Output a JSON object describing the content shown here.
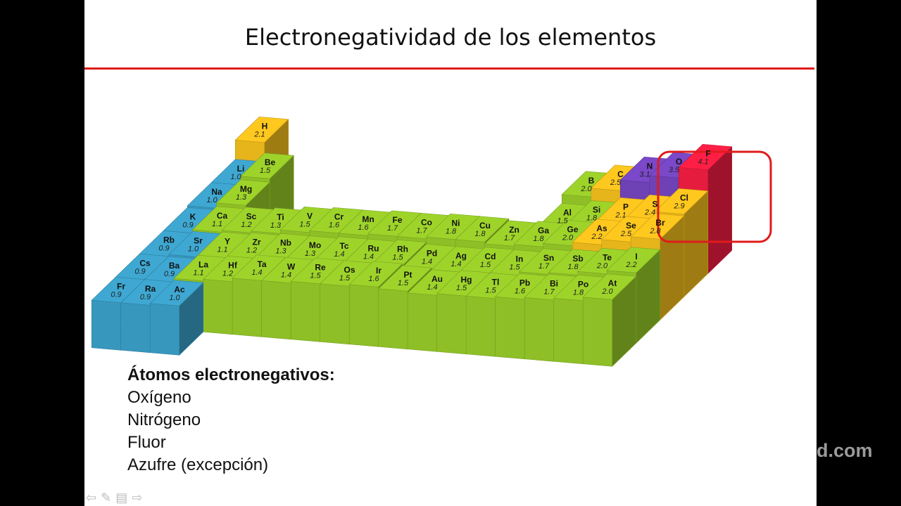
{
  "slide": {
    "title": "Electronegatividad de los elementos",
    "notes": {
      "heading": "Átomos electronegativos:",
      "items": [
        "Oxígeno",
        "Nitrógeno",
        "Fluor",
        "Azufre (excepción)"
      ]
    }
  },
  "watermark": "d.com",
  "nav": {
    "prev_icon": "⇦",
    "pen_icon": "✎",
    "notes_icon": "▤",
    "next_icon": "⇨"
  },
  "colors": {
    "blue": "#3ea8d2",
    "green": "#9ed42a",
    "yellow": "#ffc81e",
    "purple": "#7a48c8",
    "red": "#ff1f45",
    "highlight": "#e01b1b"
  },
  "highlight": [
    "N",
    "O",
    "F"
  ],
  "elements": [
    {
      "s": "H",
      "v": "2.1",
      "c": 1,
      "r": 1,
      "k": "yellow"
    },
    {
      "s": "Li",
      "v": "1.0",
      "c": 1,
      "r": 2,
      "k": "blue"
    },
    {
      "s": "Be",
      "v": "1.5",
      "c": 2,
      "r": 2,
      "k": "green"
    },
    {
      "s": "B",
      "v": "2.0",
      "c": 13,
      "r": 2,
      "k": "green"
    },
    {
      "s": "C",
      "v": "2.5",
      "c": 14,
      "r": 2,
      "k": "yellow"
    },
    {
      "s": "N",
      "v": "3.1",
      "c": 15,
      "r": 2,
      "k": "purple"
    },
    {
      "s": "O",
      "v": "3.5",
      "c": 16,
      "r": 2,
      "k": "purple"
    },
    {
      "s": "F",
      "v": "4.1",
      "c": 17,
      "r": 2,
      "k": "red"
    },
    {
      "s": "Na",
      "v": "1.0",
      "c": 1,
      "r": 3,
      "k": "blue"
    },
    {
      "s": "Mg",
      "v": "1.3",
      "c": 2,
      "r": 3,
      "k": "green"
    },
    {
      "s": "Al",
      "v": "1.5",
      "c": 13,
      "r": 3,
      "k": "green"
    },
    {
      "s": "Si",
      "v": "1.8",
      "c": 14,
      "r": 3,
      "k": "green"
    },
    {
      "s": "P",
      "v": "2.1",
      "c": 15,
      "r": 3,
      "k": "yellow"
    },
    {
      "s": "S",
      "v": "2.4",
      "c": 16,
      "r": 3,
      "k": "yellow"
    },
    {
      "s": "Cl",
      "v": "2.9",
      "c": 17,
      "r": 3,
      "k": "yellow"
    },
    {
      "s": "K",
      "v": "0.9",
      "c": 1,
      "r": 4,
      "k": "blue"
    },
    {
      "s": "Ca",
      "v": "1.1",
      "c": 2,
      "r": 4,
      "k": "green"
    },
    {
      "s": "Sc",
      "v": "1.2",
      "c": 3,
      "r": 4,
      "k": "green"
    },
    {
      "s": "Ti",
      "v": "1.3",
      "c": 4,
      "r": 4,
      "k": "green"
    },
    {
      "s": "V",
      "v": "1.5",
      "c": 5,
      "r": 4,
      "k": "green"
    },
    {
      "s": "Cr",
      "v": "1.6",
      "c": 6,
      "r": 4,
      "k": "green"
    },
    {
      "s": "Mn",
      "v": "1.6",
      "c": 7,
      "r": 4,
      "k": "green"
    },
    {
      "s": "Fe",
      "v": "1.7",
      "c": 8,
      "r": 4,
      "k": "green"
    },
    {
      "s": "Co",
      "v": "1.7",
      "c": 9,
      "r": 4,
      "k": "green"
    },
    {
      "s": "Ni",
      "v": "1.8",
      "c": 10,
      "r": 4,
      "k": "green"
    },
    {
      "s": "Cu",
      "v": "1.8",
      "c": 11,
      "r": 4,
      "k": "green"
    },
    {
      "s": "Zn",
      "v": "1.7",
      "c": 12,
      "r": 4,
      "k": "green"
    },
    {
      "s": "Ga",
      "v": "1.8",
      "c": 13,
      "r": 4,
      "k": "green"
    },
    {
      "s": "Ge",
      "v": "2.0",
      "c": 14,
      "r": 4,
      "k": "green"
    },
    {
      "s": "As",
      "v": "2.2",
      "c": 15,
      "r": 4,
      "k": "yellow"
    },
    {
      "s": "Se",
      "v": "2.5",
      "c": 16,
      "r": 4,
      "k": "yellow"
    },
    {
      "s": "Br",
      "v": "2.8",
      "c": 17,
      "r": 4,
      "k": "yellow"
    },
    {
      "s": "Rb",
      "v": "0.9",
      "c": 1,
      "r": 5,
      "k": "blue"
    },
    {
      "s": "Sr",
      "v": "1.0",
      "c": 2,
      "r": 5,
      "k": "blue"
    },
    {
      "s": "Y",
      "v": "1.1",
      "c": 3,
      "r": 5,
      "k": "green"
    },
    {
      "s": "Zr",
      "v": "1.2",
      "c": 4,
      "r": 5,
      "k": "green"
    },
    {
      "s": "Nb",
      "v": "1.3",
      "c": 5,
      "r": 5,
      "k": "green"
    },
    {
      "s": "Mo",
      "v": "1.3",
      "c": 6,
      "r": 5,
      "k": "green"
    },
    {
      "s": "Tc",
      "v": "1.4",
      "c": 7,
      "r": 5,
      "k": "green"
    },
    {
      "s": "Ru",
      "v": "1.4",
      "c": 8,
      "r": 5,
      "k": "green"
    },
    {
      "s": "Rh",
      "v": "1.5",
      "c": 9,
      "r": 5,
      "k": "green"
    },
    {
      "s": "Pd",
      "v": "1.4",
      "c": 10,
      "r": 5,
      "k": "green"
    },
    {
      "s": "Ag",
      "v": "1.4",
      "c": 11,
      "r": 5,
      "k": "green"
    },
    {
      "s": "Cd",
      "v": "1.5",
      "c": 12,
      "r": 5,
      "k": "green"
    },
    {
      "s": "In",
      "v": "1.5",
      "c": 13,
      "r": 5,
      "k": "green"
    },
    {
      "s": "Sn",
      "v": "1.7",
      "c": 14,
      "r": 5,
      "k": "green"
    },
    {
      "s": "Sb",
      "v": "1.8",
      "c": 15,
      "r": 5,
      "k": "green"
    },
    {
      "s": "Te",
      "v": "2.0",
      "c": 16,
      "r": 5,
      "k": "green"
    },
    {
      "s": "I",
      "v": "2.2",
      "c": 17,
      "r": 5,
      "k": "green"
    },
    {
      "s": "Cs",
      "v": "0.9",
      "c": 1,
      "r": 6,
      "k": "blue"
    },
    {
      "s": "Ba",
      "v": "0.9",
      "c": 2,
      "r": 6,
      "k": "blue"
    },
    {
      "s": "La",
      "v": "1.1",
      "c": 3,
      "r": 6,
      "k": "green"
    },
    {
      "s": "Hf",
      "v": "1.2",
      "c": 4,
      "r": 6,
      "k": "green"
    },
    {
      "s": "Ta",
      "v": "1.4",
      "c": 5,
      "r": 6,
      "k": "green"
    },
    {
      "s": "W",
      "v": "1.4",
      "c": 6,
      "r": 6,
      "k": "green"
    },
    {
      "s": "Re",
      "v": "1.5",
      "c": 7,
      "r": 6,
      "k": "green"
    },
    {
      "s": "Os",
      "v": "1.5",
      "c": 8,
      "r": 6,
      "k": "green"
    },
    {
      "s": "Ir",
      "v": "1.6",
      "c": 9,
      "r": 6,
      "k": "green"
    },
    {
      "s": "Pt",
      "v": "1.5",
      "c": 10,
      "r": 6,
      "k": "green"
    },
    {
      "s": "Au",
      "v": "1.4",
      "c": 11,
      "r": 6,
      "k": "green"
    },
    {
      "s": "Hg",
      "v": "1.5",
      "c": 12,
      "r": 6,
      "k": "green"
    },
    {
      "s": "Tl",
      "v": "1.5",
      "c": 13,
      "r": 6,
      "k": "green"
    },
    {
      "s": "Pb",
      "v": "1.6",
      "c": 14,
      "r": 6,
      "k": "green"
    },
    {
      "s": "Bi",
      "v": "1.7",
      "c": 15,
      "r": 6,
      "k": "green"
    },
    {
      "s": "Po",
      "v": "1.8",
      "c": 16,
      "r": 6,
      "k": "green"
    },
    {
      "s": "At",
      "v": "2.0",
      "c": 17,
      "r": 6,
      "k": "green"
    },
    {
      "s": "Fr",
      "v": "0.9",
      "c": 1,
      "r": 7,
      "k": "blue"
    },
    {
      "s": "Ra",
      "v": "0.9",
      "c": 2,
      "r": 7,
      "k": "blue"
    },
    {
      "s": "Ac",
      "v": "1.0",
      "c": 3,
      "r": 7,
      "k": "blue"
    }
  ]
}
